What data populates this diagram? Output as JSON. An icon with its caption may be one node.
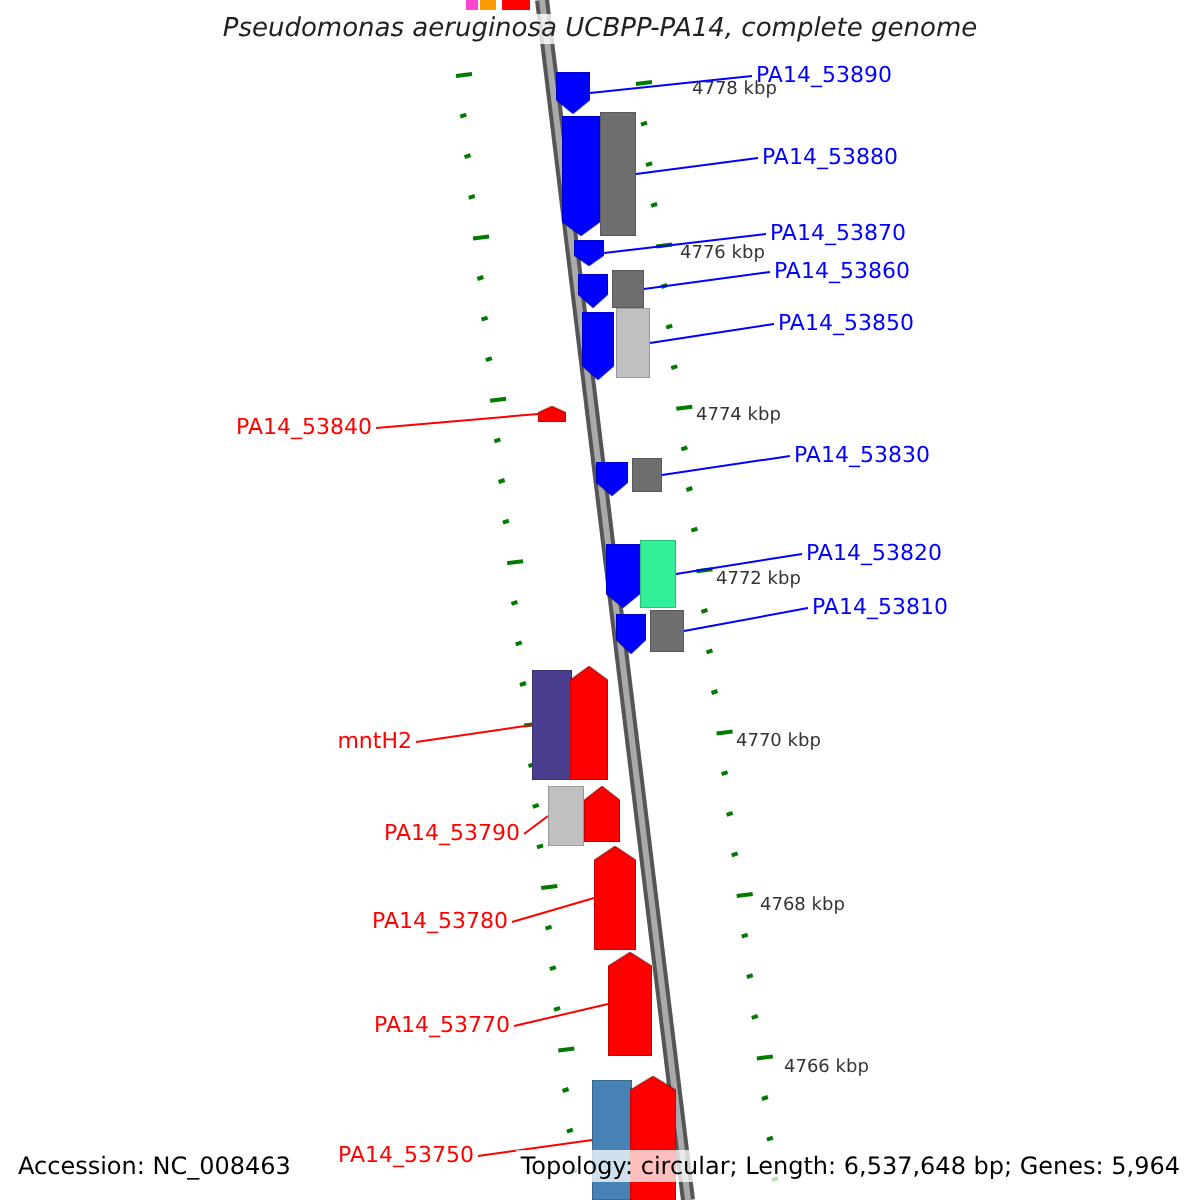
{
  "diagram": {
    "title": "Pseudomonas aeruginosa UCBPP-PA14, complete genome",
    "nodes": [
      {
        "text": [],
        "shape": "bar"
      },
      {
        "text": [],
        "shape": "bar"
      },
      {
        "text": [],
        "shape": "bar"
      },
      {
        "text": [],
        "shape": "bar"
      },
      {
        "text": [],
        "shape": "bar"
      },
      {
        "text": [],
        "shape": "bar"
      },
      {
        "text": [],
        "shape": "bar"
      },
      {
        "text": [],
        "shape": "bar"
      },
      {
        "text": [],
        "shape": "bar"
      },
      {
        "text": [],
        "shape": "bar"
      },
      {
        "text": [],
        "shape": "bar"
      },
      {
        "text": [],
        "shape": "bar"
      },
      {
        "text": [],
        "shape": "bar"
      },
      {
        "text": [],
        "shape": "bar"
      },
      {
        "text": [],
        "shape": "bar"
      },
      {
        "text": [],
        "shape": "bar"
      },
      {
        "text": [],
        "shape": "bar"
      },
      {
        "text": [],
        "shape": "bar"
      },
      {
        "text": [],
        "shape": "bar"
      },
      {
        "text": [],
        "shape": "bar"
      },
      {
        "text": [],
        "shape": "bar"
      },
      {
        "text": [],
        "shape": "bar"
      },
      {
        "text": [],
        "shape": "bar"
      },
      {
        "text": [
          "PA14_53890"
        ]
      },
      {
        "text": [
          "PA14_53880"
        ]
      },
      {
        "text": [
          "PA14_53870"
        ]
      },
      {
        "text": [
          "PA14_53860"
        ]
      },
      {
        "text": [
          "PA14_53850"
        ]
      },
      {
        "text": [
          "PA14_53840"
        ]
      },
      {
        "text": [
          "PA14_53830"
        ]
      },
      {
        "text": [
          "PA14_53820"
        ]
      },
      {
        "text": [
          "PA14_53810"
        ]
      },
      {
        "text": [
          "mntH2"
        ]
      },
      {
        "text": [
          "PA14_53790"
        ]
      },
      {
        "text": [
          "PA14_53780"
        ]
      },
      {
        "text": [
          "PA14_53770"
        ]
      },
      {
        "text": [
          "PA14_53750"
        ]
      }
    ],
    "edges": [
      {
        "from": 23,
        "to": 0,
        "arrow": "none"
      },
      {
        "from": 24,
        "to": 2,
        "arrow": "none"
      },
      {
        "from": 25,
        "to": 3,
        "arrow": "none"
      },
      {
        "from": 26,
        "to": 5,
        "arrow": "none"
      },
      {
        "from": 27,
        "to": 7,
        "arrow": "none"
      },
      {
        "from": 28,
        "to": 8,
        "arrow": "none",
        "color": "#ff0000"
      },
      {
        "from": 29,
        "to": 10,
        "arrow": "none"
      },
      {
        "from": 30,
        "to": 12,
        "arrow": "none"
      },
      {
        "from": 31,
        "to": 14,
        "arrow": "none"
      },
      {
        "from": 32,
        "to": 15,
        "arrow": "none",
        "color": "#ff0000"
      },
      {
        "from": 33,
        "to": 17,
        "arrow": "none",
        "color": "#ff0000"
      },
      {
        "from": 34,
        "to": 19,
        "arrow": "none",
        "color": "#ff0000"
      },
      {
        "from": 35,
        "to": 20,
        "arrow": "none",
        "color": "#ff0000"
      },
      {
        "from": 36,
        "to": 21,
        "arrow": "none",
        "color": "#ff0000"
      }
    ],
    "labels": [
      "4778 kbp",
      "4776 kbp",
      "4774 kbp",
      "4772 kbp",
      "4770 kbp",
      "4768 kbp",
      "4766 kbp",
      "Accession: NC_008463",
      "Topology: circular; Length: 6,537,648 bp; Genes: 5,964"
    ]
  }
}
